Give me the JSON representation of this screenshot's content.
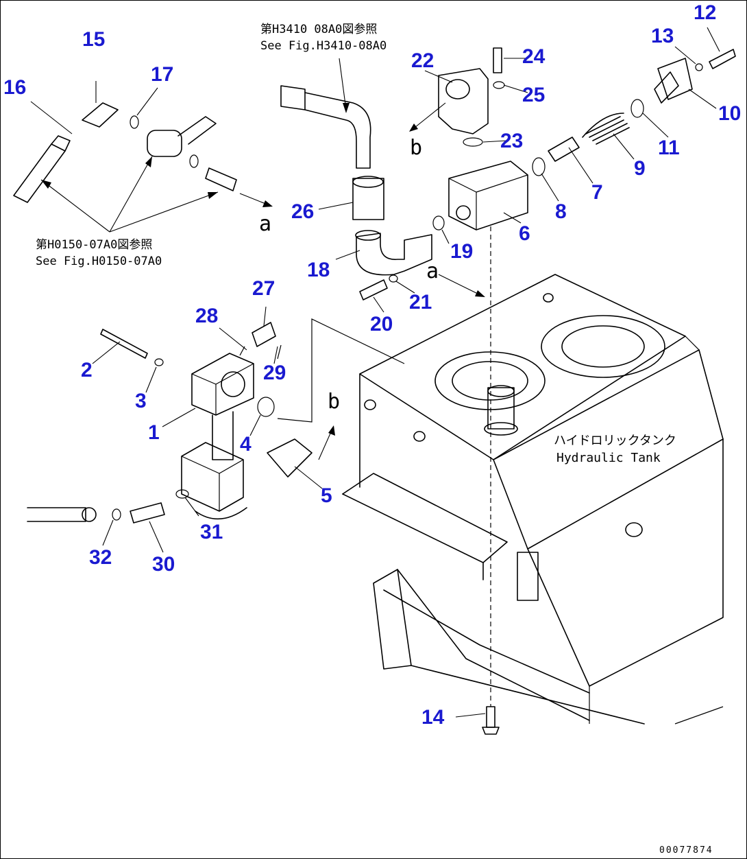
{
  "parts": [
    {
      "no": "1"
    },
    {
      "no": "2"
    },
    {
      "no": "3"
    },
    {
      "no": "4"
    },
    {
      "no": "5"
    },
    {
      "no": "6"
    },
    {
      "no": "7"
    },
    {
      "no": "8"
    },
    {
      "no": "9"
    },
    {
      "no": "10"
    },
    {
      "no": "11"
    },
    {
      "no": "12"
    },
    {
      "no": "13"
    },
    {
      "no": "14"
    },
    {
      "no": "15"
    },
    {
      "no": "16"
    },
    {
      "no": "17"
    },
    {
      "no": "18"
    },
    {
      "no": "19"
    },
    {
      "no": "20"
    },
    {
      "no": "21"
    },
    {
      "no": "22"
    },
    {
      "no": "23"
    },
    {
      "no": "24"
    },
    {
      "no": "25"
    },
    {
      "no": "26"
    },
    {
      "no": "27"
    },
    {
      "no": "28"
    },
    {
      "no": "29"
    },
    {
      "no": "30"
    },
    {
      "no": "31"
    },
    {
      "no": "32"
    }
  ],
  "references": {
    "top_jp": "第H3410 08A0図参照",
    "top_en": "See Fig.H3410-08A0",
    "left_jp": "第H0150-07A0図参照",
    "left_en": "See Fig.H0150-07A0"
  },
  "connection_marks": {
    "a": "a",
    "b": "b"
  },
  "tank_label": {
    "jp": "ハイドロリックタンク",
    "en": "Hydraulic Tank"
  },
  "drawing_code": "00077874",
  "colors": {
    "part_numbers": "#1a1ad0",
    "linework": "#000000"
  }
}
